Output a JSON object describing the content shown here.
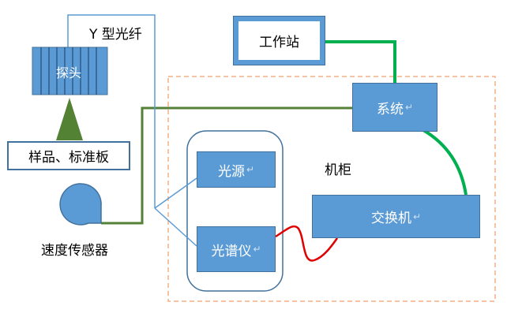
{
  "nodes": {
    "workstation": "工作站",
    "system": "系统",
    "switch": "交换机",
    "light_source": "光源",
    "spectrometer": "光谱仪",
    "probe": "探头",
    "sample_board": "样品、标准板",
    "speed_sensor": "速度传感器"
  },
  "labels": {
    "y_fiber": "Y 型光纤",
    "cabinet": "机柜"
  },
  "colors": {
    "box_fill": "#5b9bd5",
    "box_border": "#41719c",
    "green_link": "#00b050",
    "dark_green_link": "#538135",
    "red_link": "#e00000",
    "cabinet_dash": "#f4b183"
  }
}
